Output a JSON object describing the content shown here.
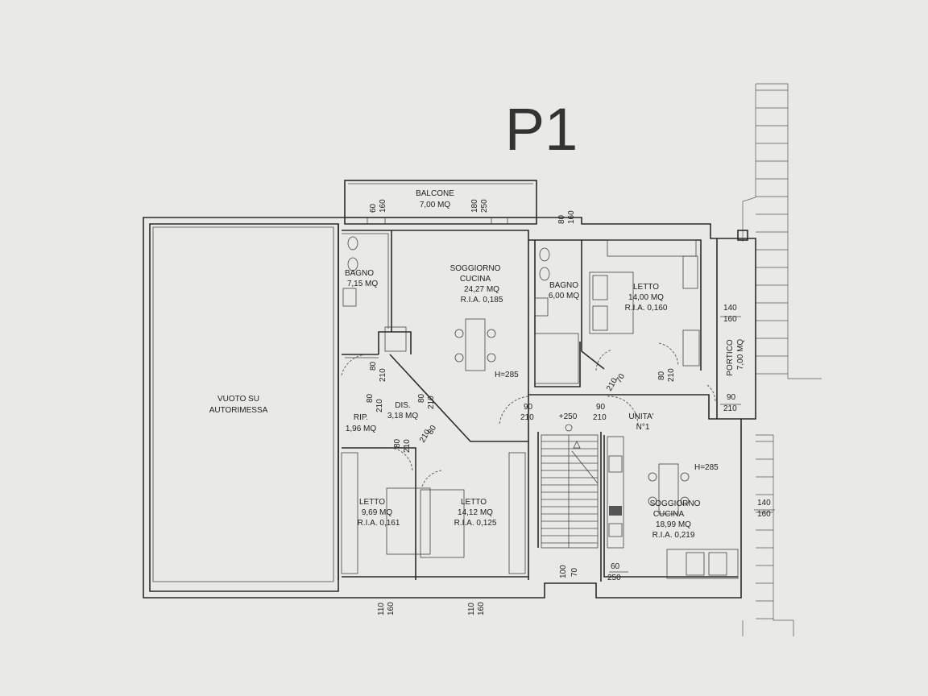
{
  "title": "P1",
  "balcony": {
    "name": "BALCONE",
    "area": "7,00 MQ"
  },
  "rooms": {
    "bagno1": {
      "name": "BAGNO",
      "area": "7,15 MQ"
    },
    "soggiorno1": {
      "name": "SOGGIORNO",
      "name2": "CUCINA",
      "area": "24,27 MQ",
      "ria": "R.I.A. 0,185"
    },
    "bagno2": {
      "name": "BAGNO",
      "area": "6,00 MQ"
    },
    "letto_main": {
      "name": "LETTO",
      "area": "14,00 MQ",
      "ria": "R.I.A. 0,160"
    },
    "vuoto": {
      "name": "VUOTO SU",
      "name2": "AUTORIMESSA"
    },
    "rip": {
      "name": "RIP.",
      "area": "1,96 MQ"
    },
    "dis": {
      "name": "DIS.",
      "area": "3,18 MQ"
    },
    "letto_small": {
      "name": "LETTO",
      "area": "9,69 MQ",
      "ria": "R.I.A. 0,161"
    },
    "letto_mid": {
      "name": "LETTO",
      "area": "14,12 MQ",
      "ria": "R.I.A. 0,125"
    },
    "soggiorno2": {
      "name": "SOGGIORNO",
      "name2": "CUCINA",
      "area": "18,99 MQ",
      "ria": "R.I.A. 0,219"
    },
    "portico": {
      "name": "PORTICO",
      "area": "7,00 MQ"
    }
  },
  "unit_label": {
    "line1": "UNITA'",
    "line2": "N°1"
  },
  "level_mark": "+250",
  "heights": {
    "h1": "H=285",
    "h2": "H=285"
  },
  "dimensions": {
    "bal_a": "60",
    "bal_b": "160",
    "bal_c": "180",
    "bal_d": "250",
    "top_r_a": "80",
    "top_r_b": "160",
    "letto_win_a": "140",
    "letto_win_b": "160",
    "dis_door1_a": "80",
    "dis_door1_b": "210",
    "rip_door_a": "80",
    "rip_door_b": "210",
    "dis_door2_a": "80",
    "dis_door2_b": "210",
    "dis_door3_a": "80",
    "dis_door3_b": "210",
    "dis_door4_a": "80",
    "dis_door4_b": "210",
    "entry_a": "90",
    "entry_b": "210",
    "entry2_a": "90",
    "entry2_b": "210",
    "bagno2_door_a": "70",
    "bagno2_door_b": "210",
    "letto_door_a": "80",
    "letto_door_b": "210",
    "portico_door_a": "90",
    "portico_door_b": "210",
    "sog2_win_a": "140",
    "sog2_win_b": "160",
    "bot1_a": "110",
    "bot1_b": "160",
    "bot2_a": "110",
    "bot2_b": "160",
    "stair_a": "100",
    "stair_b": "70",
    "stair_c": "60",
    "stair_d": "250"
  }
}
